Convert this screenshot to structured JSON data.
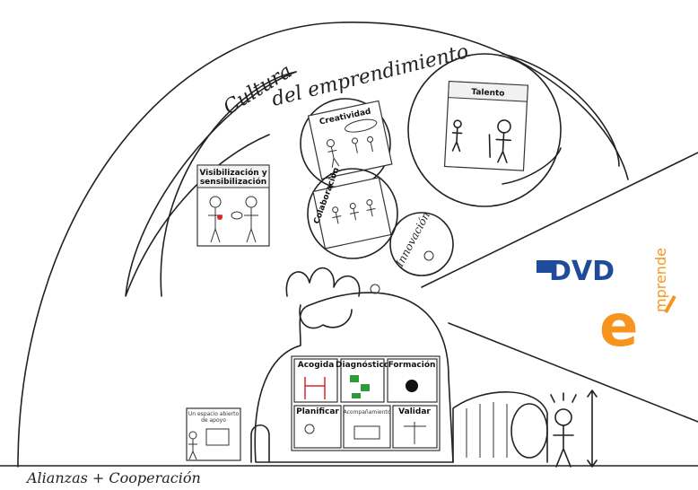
{
  "heading": {
    "line1": "Cultura",
    "line2": "del emprendimiento"
  },
  "cards": {
    "visibilizacion": {
      "line1": "Visibilización y",
      "line2": "sensibilización"
    },
    "creatividad": "Creatividad",
    "colaboracion": "Colaboración",
    "talento": "Talento",
    "innovacion": "Innovación"
  },
  "center_panels": {
    "acogida": "Acogida",
    "diagnostico": "Diagnóstico",
    "formacion": "Formación",
    "planificar": "Planificar",
    "mid": "Acompañamiento",
    "validar": "Validar"
  },
  "sign": {
    "line1": "Un espacio abierto",
    "line2": "de apoyo"
  },
  "footer": {
    "label": "Alianzas + Cooperación"
  },
  "logo": {
    "dvd": "DVD",
    "emprende": "mprende",
    "emprende_e": "e"
  },
  "colors": {
    "ink": "#222222",
    "dvd_blue": "#1e4b9a",
    "emprende_orange": "#f7941d",
    "heart_red": "#d62828"
  }
}
